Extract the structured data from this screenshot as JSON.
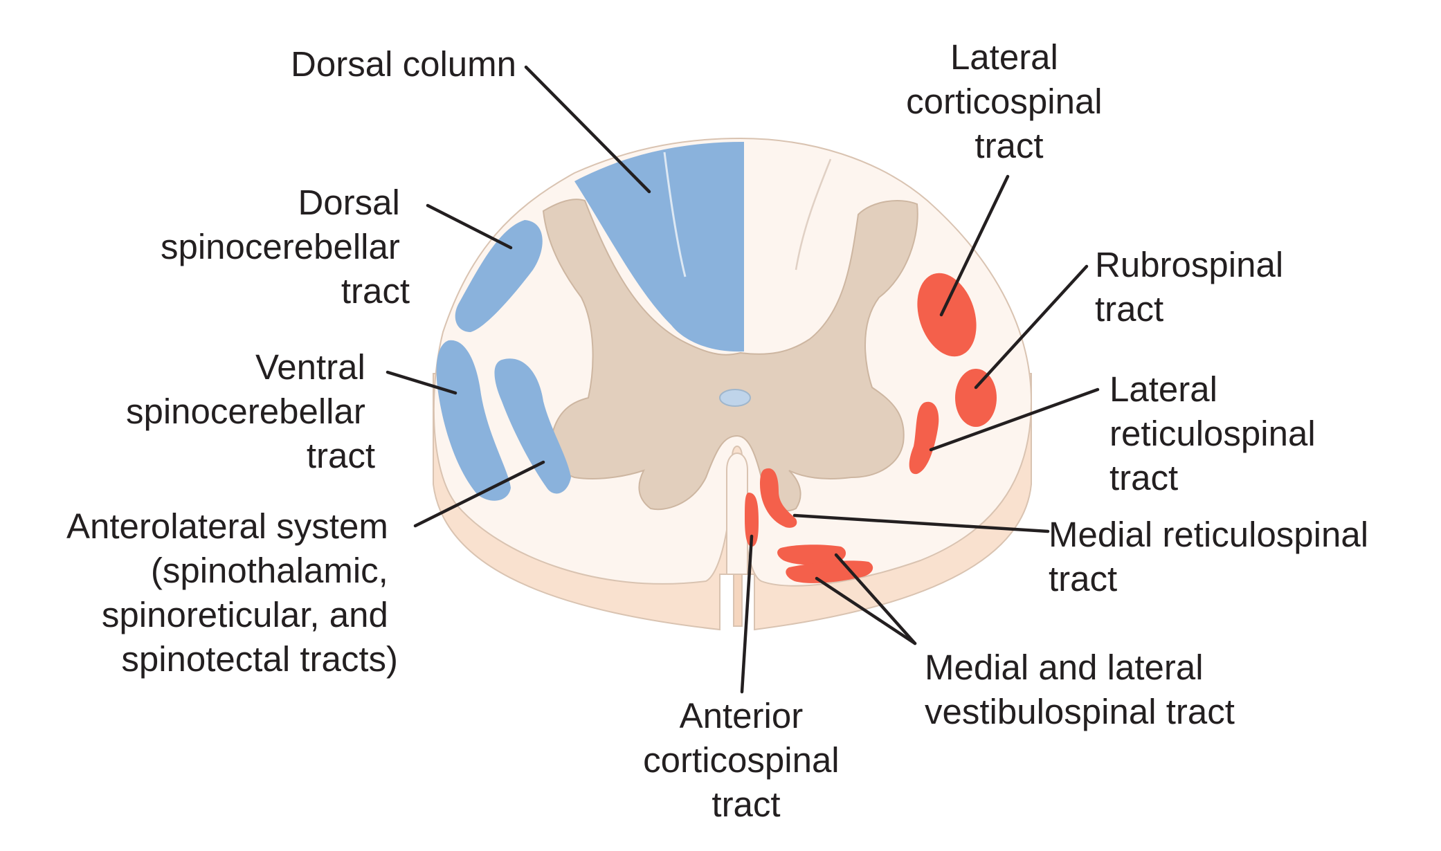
{
  "diagram": {
    "colors": {
      "white_matter": "#fdf5ef",
      "side_wall": "#f9e1cf",
      "gray_matter": "#e2cfbd",
      "ascending_tract": "#8ab2dc",
      "descending_tract": "#f4604b",
      "leader_line": "#231f20"
    },
    "labels": {
      "dorsal_column": [
        "Dorsal column"
      ],
      "dorsal_spinocerebellar": [
        "Dorsal",
        "spinocerebellar",
        "tract"
      ],
      "ventral_spinocerebellar": [
        "Ventral",
        "spinocerebellar",
        "tract"
      ],
      "anterolateral_system": [
        "Anterolateral system",
        "(spinothalamic,",
        "spinoreticular, and",
        "spinotectal tracts)"
      ],
      "lateral_corticospinal": [
        "Lateral",
        "corticospinal",
        "tract"
      ],
      "rubrospinal": [
        "Rubrospinal",
        "tract"
      ],
      "lateral_reticulospinal": [
        "Lateral",
        "reticulospinal",
        "tract"
      ],
      "medial_reticulospinal": [
        "Medial reticulospinal",
        "tract"
      ],
      "vestibulospinal": [
        "Medial and lateral",
        "vestibulospinal tract"
      ],
      "anterior_corticospinal": [
        "Anterior",
        "corticospinal",
        "tract"
      ]
    }
  }
}
